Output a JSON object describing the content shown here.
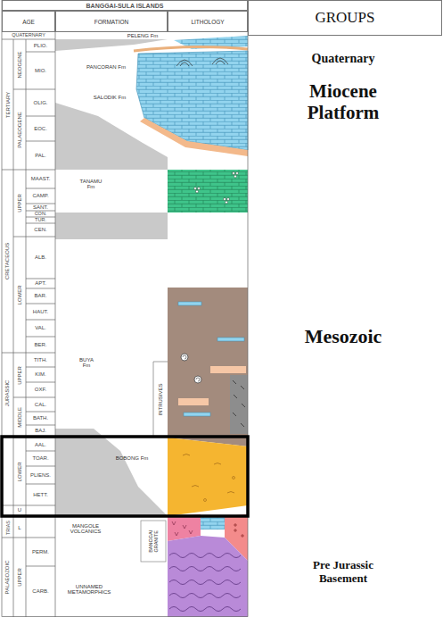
{
  "diagram": {
    "nodes": [
      {
        "text": [
          "BANGGAI-SULA ISLANDS"
        ]
      },
      {
        "text": [
          "AGE"
        ]
      },
      {
        "text": [
          "FORMATION"
        ]
      },
      {
        "text": [
          "LITHOLOGY"
        ]
      },
      {
        "text": [
          "GROUPS"
        ]
      }
    ],
    "labels": [
      "QUATERNARY",
      "TERTIARY",
      "NEOGENE",
      "PLIO.",
      "MIO.",
      "PALAEOGENE",
      "OLIG.",
      "EOC.",
      "PAL.",
      "CRETACEOUS",
      "UPPER",
      "MAAST.",
      "CAMP.",
      "SANT.",
      "CON.",
      "TUR.",
      "CEN.",
      "LOWER",
      "ALB.",
      "APT.",
      "BAR.",
      "HAUT.",
      "VAL.",
      "BER.",
      "JURASSIC",
      "UPPER",
      "TITH.",
      "KIM.",
      "OXF.",
      "MIDDLE",
      "CAL.",
      "BATH.",
      "BAJ.",
      "LOWER",
      "AAL.",
      "TOAR.",
      "PLIENS.",
      "HETT.",
      "TRIAS",
      "U",
      "L",
      "PALAEOZOIC",
      "UPPER",
      "PERM.",
      "CARB.",
      "PELENG Fm",
      "PANCORAN Fm",
      "SALODIK Fm",
      "TANAMU Fm",
      "BUYA Fm",
      "INTRUSIVES",
      "BOBONG Fm",
      "MANGOLE VOLCANICS",
      "BANGGAI GRANITE",
      "UNNAMED METAMORPHICS",
      "Quaternary",
      "Miocene Platform",
      "Mesozoic",
      "Pre Jurassic Basement"
    ]
  }
}
